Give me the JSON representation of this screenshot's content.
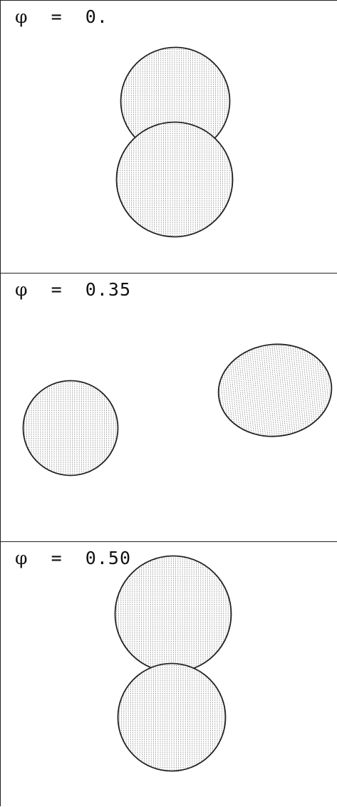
{
  "panels": [
    {
      "symbol": "φ",
      "equals": "=",
      "value": "0."
    },
    {
      "symbol": "φ",
      "equals": "=",
      "value": "0.35"
    },
    {
      "symbol": "φ",
      "equals": "=",
      "value": "0.50"
    }
  ]
}
